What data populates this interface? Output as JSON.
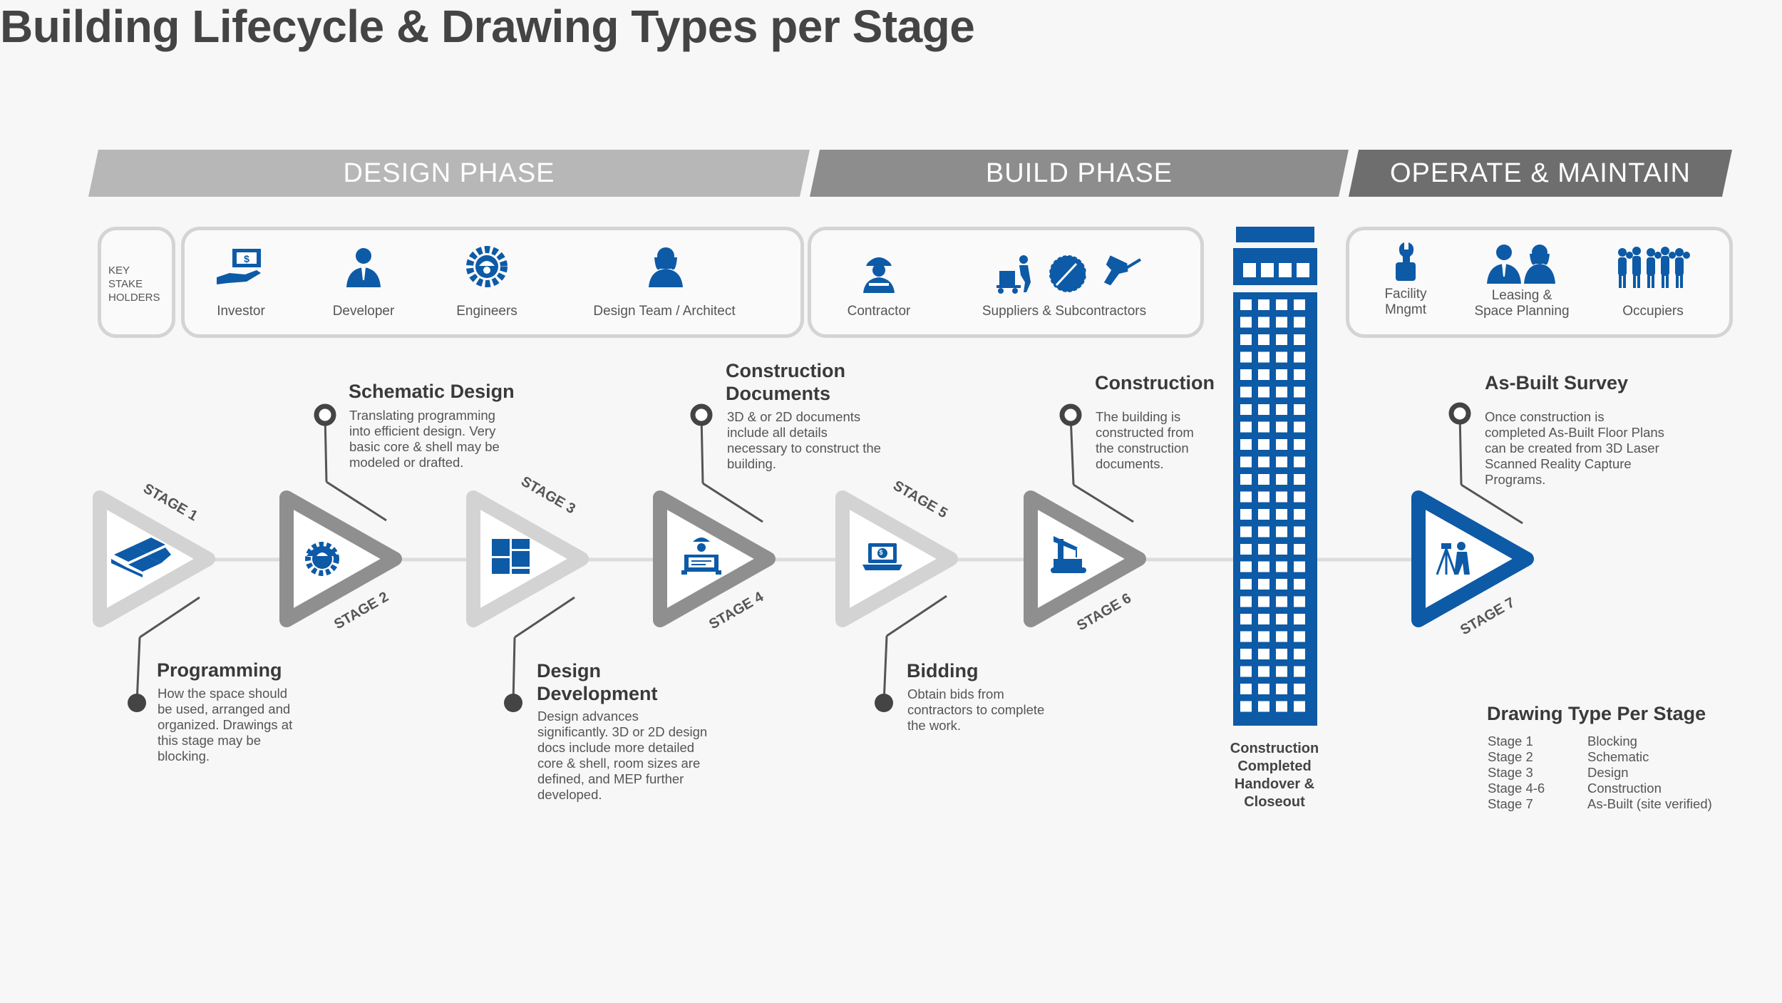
{
  "title": "Building Lifecycle & Drawing Types per Stage",
  "phases": {
    "design": "DESIGN PHASE",
    "build": "BUILD PHASE",
    "operate": "OPERATE & MAINTAIN"
  },
  "stakeholders": {
    "key_label": [
      "KEY",
      "STAKE",
      "HOLDERS"
    ],
    "design": [
      "Investor",
      "Developer",
      "Engineers",
      "Design Team / Architect"
    ],
    "build": [
      "Contractor",
      "Suppliers & Subcontractors"
    ],
    "operate": [
      [
        "Facility",
        "Mngmt"
      ],
      [
        "Leasing &",
        "Space Planning"
      ],
      [
        "Occupiers"
      ]
    ]
  },
  "stages": [
    {
      "tag": "STAGE 1",
      "title": [
        "Programming"
      ],
      "desc": [
        "How the space should",
        "be used, arranged and",
        "organized. Drawings at",
        "this stage may be",
        "blocking."
      ]
    },
    {
      "tag": "STAGE 2",
      "title": [
        "Schematic Design"
      ],
      "desc": [
        "Translating programming",
        "into efficient design. Very",
        "basic core & shell may be",
        "modeled or drafted."
      ]
    },
    {
      "tag": "STAGE 3",
      "title": [
        "Design",
        "Development"
      ],
      "desc": [
        "Design advances",
        "significantly. 3D or 2D design",
        "docs include more detailed",
        "core & shell, room sizes are",
        "defined, and MEP further",
        "developed."
      ]
    },
    {
      "tag": "STAGE 4",
      "title": [
        "Construction",
        "Documents"
      ],
      "desc": [
        "3D & or 2D documents",
        "include all details",
        "necessary to construct the",
        "building."
      ]
    },
    {
      "tag": "STAGE 5",
      "title": [
        "Bidding"
      ],
      "desc": [
        "Obtain bids from",
        "contractors to complete",
        "the work."
      ]
    },
    {
      "tag": "STAGE 6",
      "title": [
        "Construction"
      ],
      "desc": [
        "The building is",
        "constructed from",
        "the construction",
        "documents."
      ]
    },
    {
      "tag": "STAGE 7",
      "title": [
        "As-Built Survey"
      ],
      "desc": [
        "Once construction is",
        "completed As-Built Floor Plans",
        "can be created from 3D Laser",
        "Scanned Reality Capture",
        "Programs."
      ]
    }
  ],
  "handover": [
    "Construction",
    "Completed",
    "Handover &",
    "Closeout"
  ],
  "drawing_types": {
    "title": "Drawing Type Per Stage",
    "stages": [
      "Stage 1",
      "Stage 2",
      "Stage 3",
      "Stage 4-6",
      "Stage 7"
    ],
    "types": [
      "Blocking",
      "Schematic",
      "Design",
      "Construction",
      "As-Built (site verified)"
    ]
  },
  "colors": {
    "blue": "#0d5aa7",
    "light_gray": "#d3d3d3",
    "mid_gray": "#8f8f8f",
    "dark_text": "#3a3a3a"
  },
  "icons": [
    "money-hand-icon",
    "businessman-icon",
    "engineer-gear-icon",
    "architect-woman-icon",
    "construction-worker-icon",
    "supplier-cart-icon",
    "saw-blade-icon",
    "drill-icon",
    "facility-wrench-icon",
    "leasing-people-icon",
    "occupiers-crowd-icon",
    "floor-tiles-icon",
    "gear-helmet-icon",
    "grid-plan-icon",
    "blueprint-worker-icon",
    "laptop-bid-icon",
    "crane-icon",
    "surveyor-tripod-icon",
    "building-icon"
  ]
}
